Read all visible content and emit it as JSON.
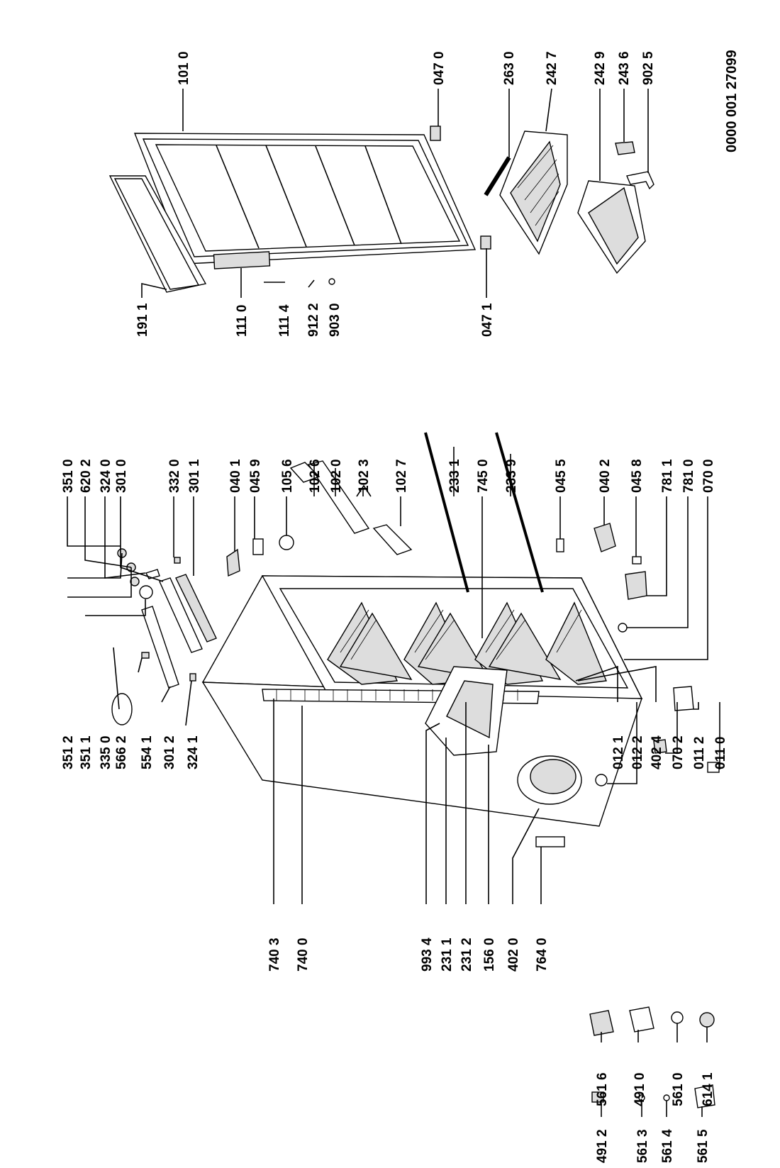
{
  "document_number": "0000 001 27099",
  "labels": {
    "l_351_0": "351 0",
    "l_620_2": "620 2",
    "l_324_0": "324 0",
    "l_301_0": "301 0",
    "l_332_0": "332 0",
    "l_301_1": "301 1",
    "l_040_1": "040 1",
    "l_045_9": "045 9",
    "l_105_6": "105 6",
    "l_102_6": "102 6",
    "l_102_0": "102 0",
    "l_102_3": "102 3",
    "l_102_7": "102 7",
    "l_233_1": "233 1",
    "l_745_0": "745 0",
    "l_233_9": "233 9",
    "l_045_5": "045 5",
    "l_040_2": "040 2",
    "l_045_8": "045 8",
    "l_781_1": "781 1",
    "l_781_0": "781 0",
    "l_070_0": "070 0",
    "l_101_0": "101 0",
    "l_047_0": "047 0",
    "l_263_0": "263 0",
    "l_242_7": "242 7",
    "l_242_9": "242 9",
    "l_243_6": "243 6",
    "l_902_5": "902 5",
    "l_191_1": "191 1",
    "l_111_0": "111 0",
    "l_111_4": "111 4",
    "l_912_2": "912 2",
    "l_903_0": "903 0",
    "l_047_1": "047 1",
    "l_351_2": "351 2",
    "l_351_1": "351 1",
    "l_335_0": "335 0",
    "l_566_2": "566 2",
    "l_554_1": "554 1",
    "l_301_2": "301 2",
    "l_324_1": "324 1",
    "l_740_3": "740 3",
    "l_740_0": "740 0",
    "l_993_4": "993 4",
    "l_231_1": "231 1",
    "l_231_2": "231 2",
    "l_156_0": "156 0",
    "l_402_0": "402 0",
    "l_764_0": "764 0",
    "l_012_1": "012 1",
    "l_012_2": "012 2",
    "l_402_4": "402 4",
    "l_070_2": "070 2",
    "l_011_2": "011 2",
    "l_011_0": "011 0",
    "l_561_6": "561 6",
    "l_491_0": "491 0",
    "l_561_0": "561 0",
    "l_614_1": "614 1",
    "l_491_2": "491 2",
    "l_561_3": "561 3",
    "l_561_4": "561 4",
    "l_561_5": "561 5"
  }
}
